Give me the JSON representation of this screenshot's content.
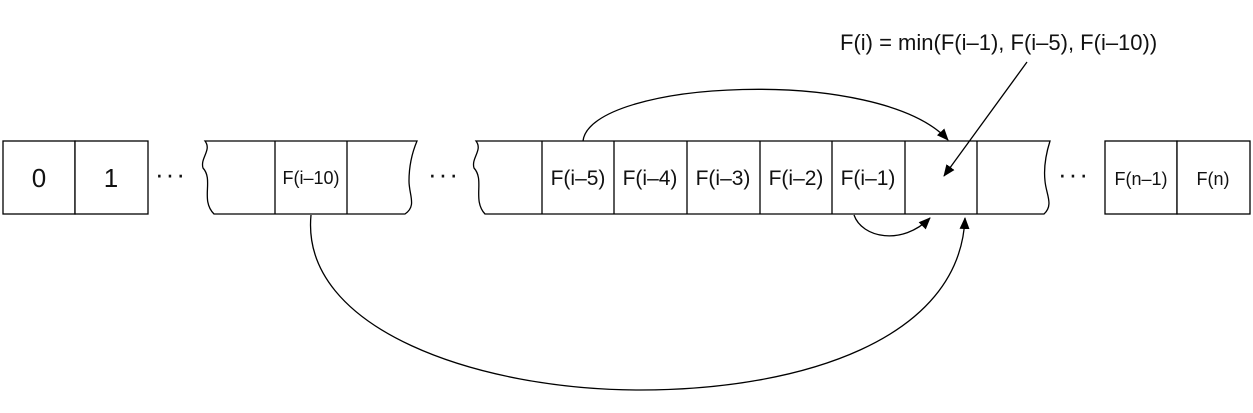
{
  "formula": "F(i) = min(F(i–1), F(i–5), F(i–10))",
  "ellipsis": "···",
  "segment1": {
    "cells": [
      "0",
      "1"
    ]
  },
  "segment2": {
    "cells": [
      "",
      "F(i–10)",
      ""
    ]
  },
  "segment3": {
    "cells": [
      "",
      "F(i–5)",
      "F(i–4)",
      "F(i–3)",
      "F(i–2)",
      "F(i–1)",
      "",
      ""
    ]
  },
  "segment4": {
    "cells": [
      "F(n–1)",
      "F(n)"
    ]
  }
}
